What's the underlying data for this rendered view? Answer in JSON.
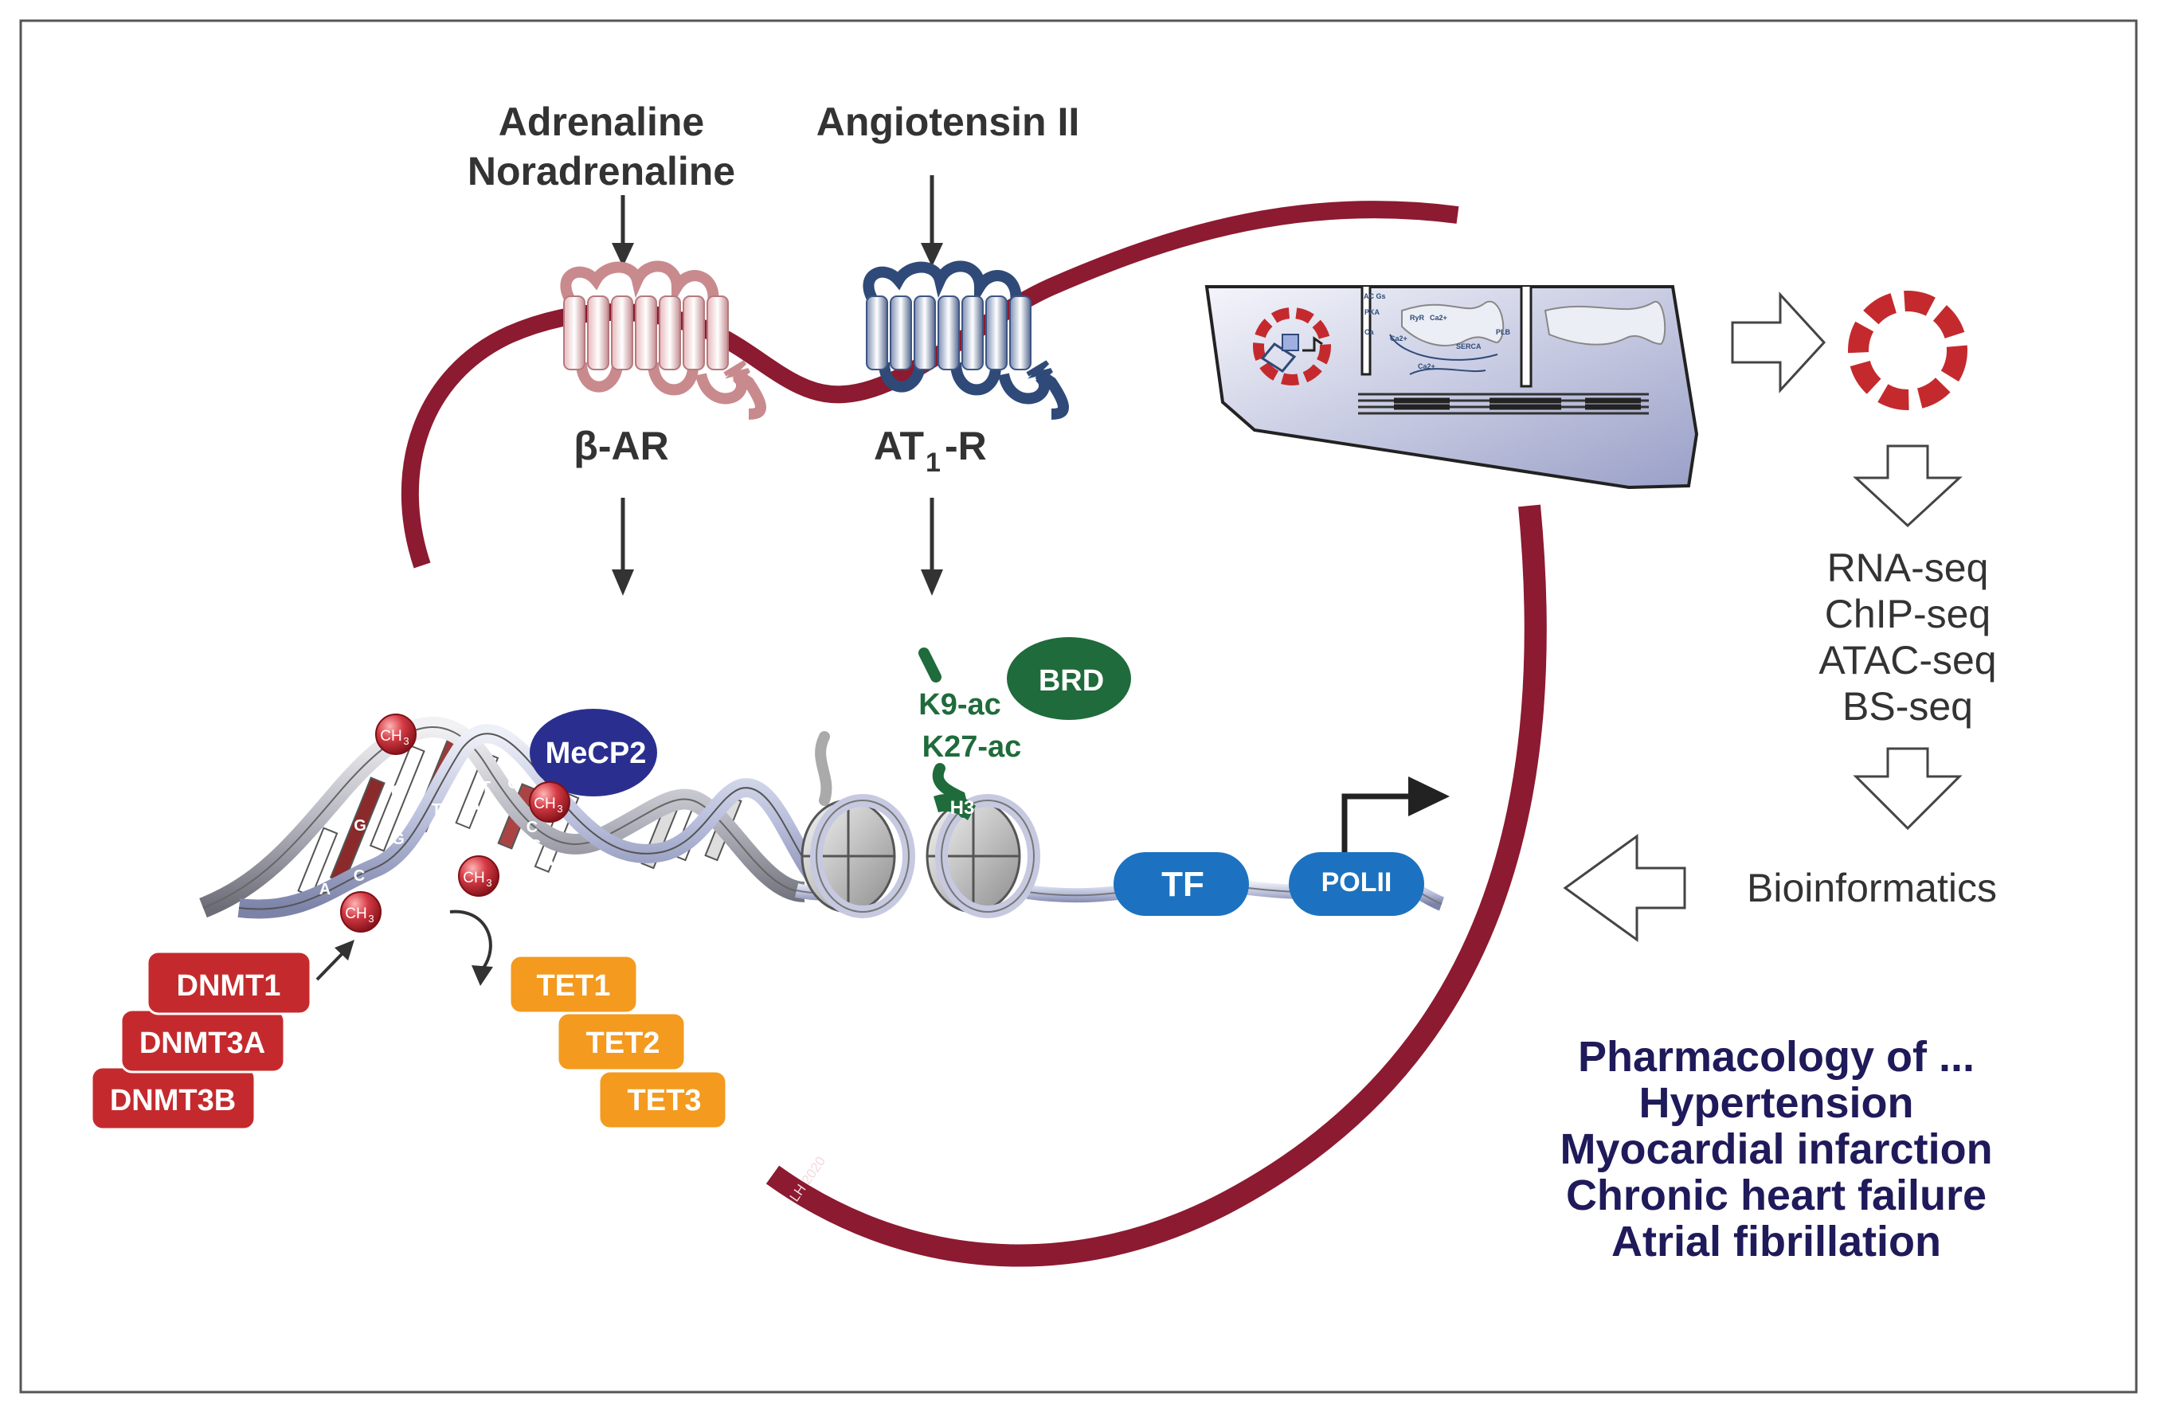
{
  "ligands": {
    "adrenaline": "Adrenaline",
    "noradrenaline": "Noradrenaline",
    "angiotensin": "Angiotensin II"
  },
  "receptors": {
    "beta_ar": "β-AR",
    "at1_main": "AT",
    "at1_sub": "1",
    "at1_tail": "-R"
  },
  "methyl": {
    "label": "CH",
    "sub": "3"
  },
  "dna_bases": [
    "C",
    "C",
    "G",
    "G",
    "T",
    "T",
    "A",
    "A",
    "T",
    "G",
    "C",
    "C",
    "G",
    "A"
  ],
  "readers": {
    "mecp2": "MeCP2",
    "brd": "BRD",
    "h3": "H3"
  },
  "histone_marks": {
    "k9": "K9-ac",
    "k27": "K27-ac"
  },
  "transcription": {
    "tf": "TF",
    "polii": "POLII"
  },
  "writers": [
    "DNMT1",
    "DNMT3A",
    "DNMT3B"
  ],
  "erasers": [
    "TET1",
    "TET2",
    "TET3"
  ],
  "cell_labels": {
    "ac_gs": "AC Gs",
    "pka": "PKA",
    "ca_channel": "Ca",
    "ryr": "RyR",
    "ca_a": "Ca2+",
    "ca_b": "Ca2+",
    "ca_c": "Ca2+",
    "serca": "SERCA",
    "plb": "PLB"
  },
  "methods": [
    "RNA-seq",
    "ChIP-seq",
    "ATAC-seq",
    "BS-seq"
  ],
  "bioinformatics": "Bioinformatics",
  "pharmacology": {
    "heading": "Pharmacology of ...",
    "items": [
      "Hypertension",
      "Myocardial infarction",
      "Chronic heart failure",
      "Atrial fibrillation"
    ]
  },
  "signature": "LH 2020",
  "colors": {
    "membrane": "#8c1a30",
    "beta_receptor": "#c98a8e",
    "at1_receptor": "#2f4a78",
    "methyl_sphere": "#c8323c",
    "mecp2": "#2a2f8f",
    "brd": "#1f6b3b",
    "histone_mark_text": "#1f6b3b",
    "tf": "#1c72c0",
    "dnmt": "#c42a2d",
    "tet": "#f39a1f",
    "pharma_text": "#1f1a5a",
    "method_text": "#333333",
    "arrow": "#333333"
  }
}
